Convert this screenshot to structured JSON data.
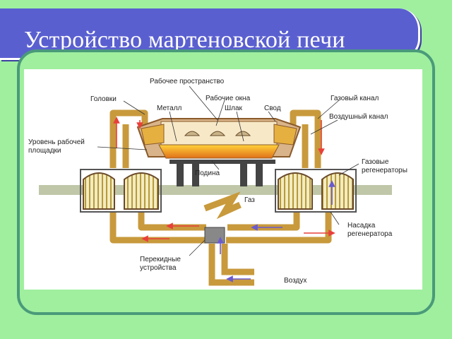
{
  "title": "Устройство мартеновской печи",
  "labels": {
    "work_space": "Рабочее пространство",
    "heads": "Головки",
    "work_windows": "Рабочие окна",
    "metal": "Металл",
    "slag": "Шлак",
    "roof": "Свод",
    "gas_channel": "Газовый канал",
    "air_channel": "Воздушный канал",
    "platform_level_1": "Уровень рабочей",
    "platform_level_2": "площадки",
    "hearth": "Подина",
    "gas_regen_1": "Газовые",
    "gas_regen_2": "регенераторы",
    "gas": "Газ",
    "regen_packing_1": "Насадка",
    "regen_packing_2": "регенератора",
    "switch_devices_1": "Перекидные",
    "switch_devices_2": "устройства",
    "air": "Воздух"
  },
  "colors": {
    "background": "#9fef9f",
    "title_bar": "#5a5fd0",
    "duct": "#c89a3c",
    "hot_flow": "#e8403a",
    "cold_flow": "#6a5ad0",
    "molten_metal": "#f0a020"
  }
}
